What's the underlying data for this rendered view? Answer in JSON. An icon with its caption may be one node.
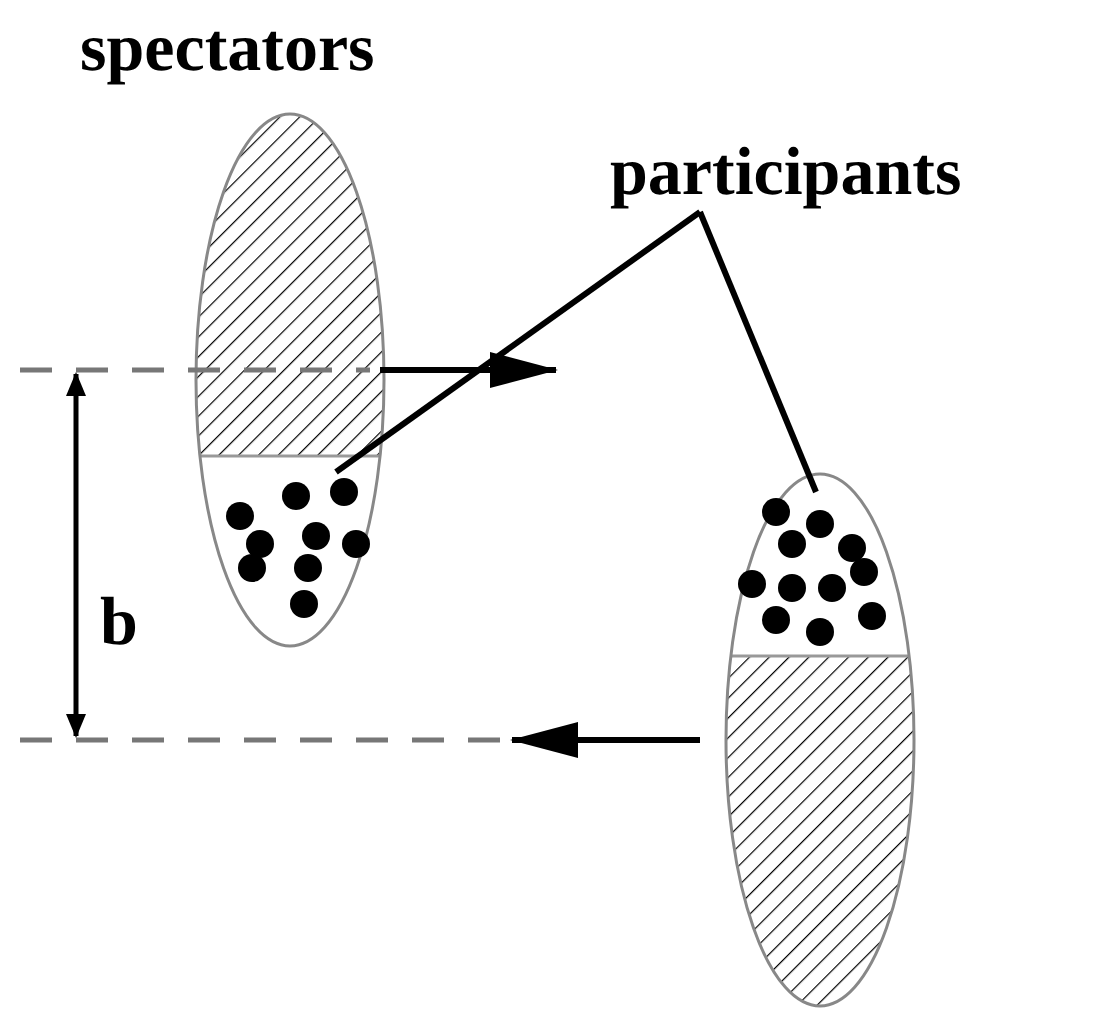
{
  "diagram": {
    "nodes": [
      {
        "text": [
          "participants"
        ]
      },
      {
        "text": [],
        "shape": "dots"
      },
      {
        "text": [],
        "shape": "dots"
      }
    ],
    "edges": [
      {
        "from": 0,
        "to": 1,
        "arrow": "none"
      },
      {
        "from": 0,
        "to": 2,
        "arrow": "none"
      }
    ],
    "labels": [
      "spectators",
      "b"
    ]
  }
}
